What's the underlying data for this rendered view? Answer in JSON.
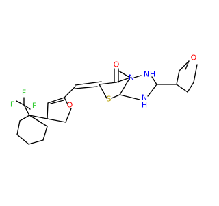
{
  "molecule": {
    "atoms": {
      "O_carbonyl": {
        "text": "O",
        "color": "#ff0000"
      },
      "N_ring": {
        "text": "N",
        "color": "#0000ff"
      },
      "NH_top": {
        "text": "N",
        "color": "#0000ff"
      },
      "NH_top_h": {
        "text": "H",
        "color": "#0000ff"
      },
      "NH_bottom": {
        "text": "N",
        "color": "#0000ff"
      },
      "NH_bottom_h": {
        "text": "H",
        "color": "#0000ff"
      },
      "S": {
        "text": "S",
        "color": "#b8a000"
      },
      "O_furan_methyl": {
        "text": "O",
        "color": "#ff0000"
      },
      "O_furan_linker": {
        "text": "O",
        "color": "#ff0000"
      },
      "F1": {
        "text": "F",
        "color": "#33cc33"
      },
      "F2": {
        "text": "F",
        "color": "#33cc33"
      },
      "F3": {
        "text": "F",
        "color": "#33cc33"
      }
    }
  }
}
